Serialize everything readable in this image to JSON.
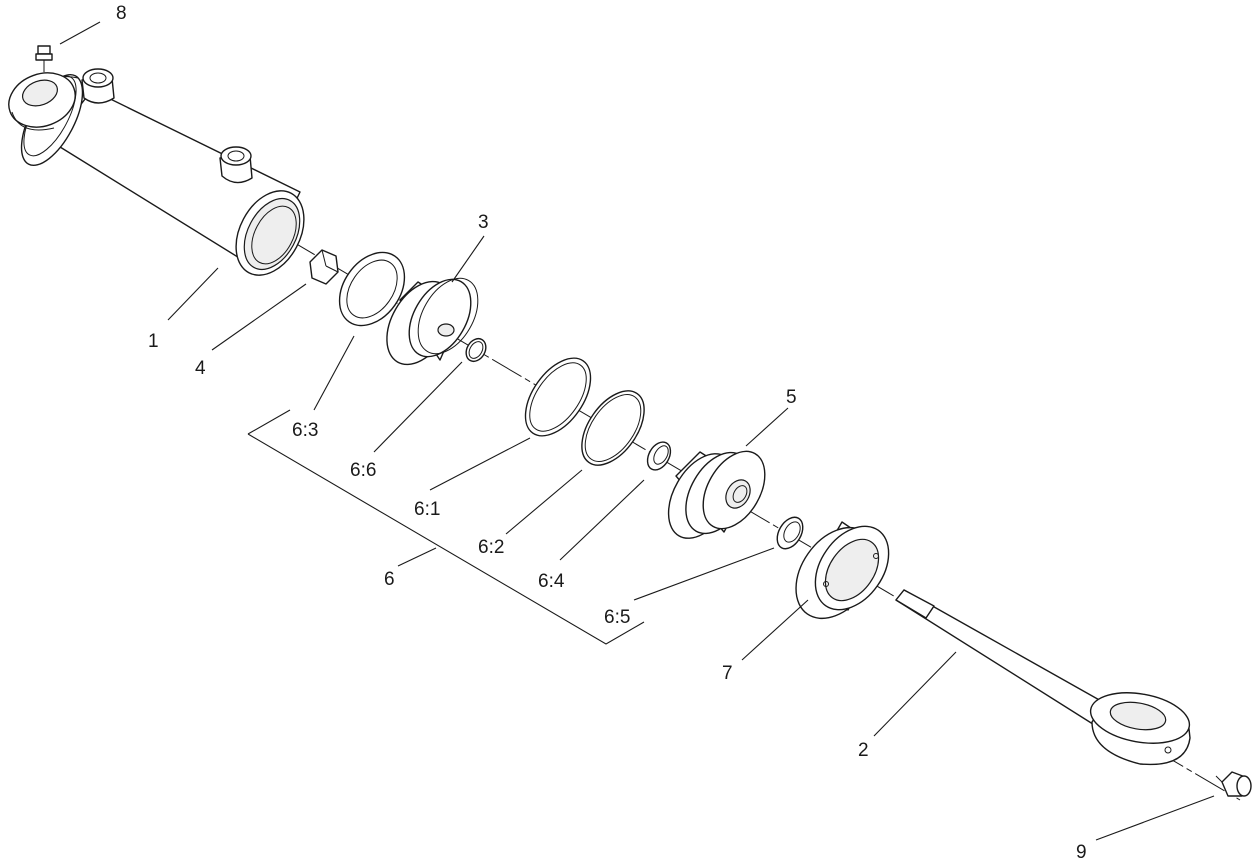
{
  "callouts": {
    "c1": "1",
    "c2": "2",
    "c3": "3",
    "c4": "4",
    "c5": "5",
    "c6": "6",
    "c7": "7",
    "c8": "8",
    "c9": "9",
    "c6_1": "6:1",
    "c6_2": "6:2",
    "c6_3": "6:3",
    "c6_4": "6:4",
    "c6_5": "6:5",
    "c6_6": "6:6"
  },
  "parts": [
    {
      "id": "1",
      "name": "cylinder-barrel"
    },
    {
      "id": "2",
      "name": "piston-rod-with-rod-eye"
    },
    {
      "id": "3",
      "name": "piston"
    },
    {
      "id": "4",
      "name": "hex-nut"
    },
    {
      "id": "5",
      "name": "gland"
    },
    {
      "id": "6",
      "name": "seal-kit"
    },
    {
      "id": "6:1",
      "name": "seal-ring"
    },
    {
      "id": "6:2",
      "name": "o-ring"
    },
    {
      "id": "6:3",
      "name": "piston-seal"
    },
    {
      "id": "6:4",
      "name": "wiper"
    },
    {
      "id": "6:5",
      "name": "rod-seal"
    },
    {
      "id": "6:6",
      "name": "inner-o-ring"
    },
    {
      "id": "7",
      "name": "retaining-cap"
    },
    {
      "id": "8",
      "name": "grease-fitting"
    },
    {
      "id": "9",
      "name": "angled-grease-fitting"
    }
  ]
}
